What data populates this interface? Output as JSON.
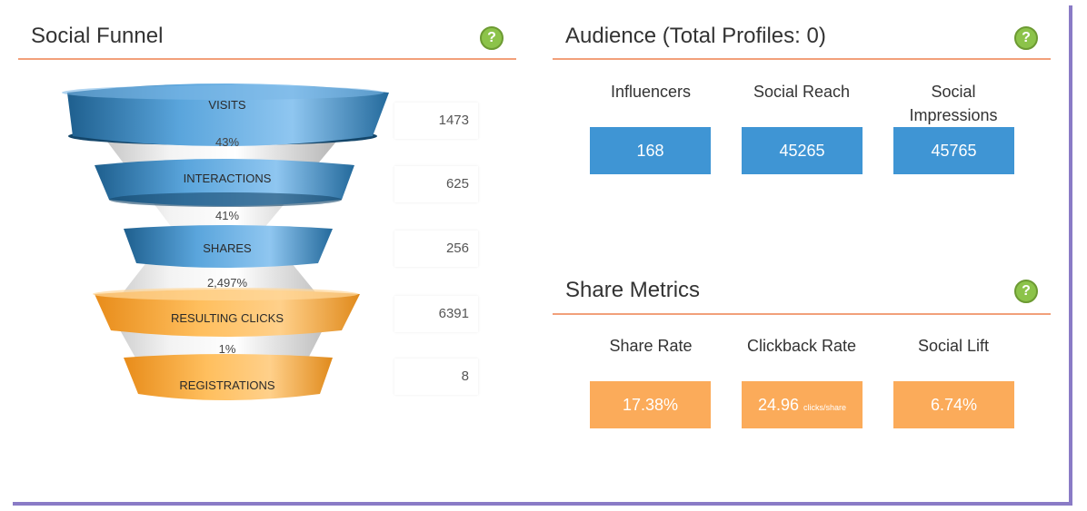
{
  "social_funnel": {
    "title": "Social Funnel",
    "stages": [
      {
        "label": "VISITS",
        "count": "1473",
        "color": "blue"
      },
      {
        "label": "INTERACTIONS",
        "count": "625",
        "color": "blue"
      },
      {
        "label": "SHARES",
        "count": "256",
        "color": "blue"
      },
      {
        "label": "RESULTING CLICKS",
        "count": "6391",
        "color": "orange"
      },
      {
        "label": "REGISTRATIONS",
        "count": "8",
        "color": "orange"
      }
    ],
    "conversions": [
      "43%",
      "41%",
      "2,497%",
      "1%"
    ]
  },
  "audience": {
    "title": "Audience (Total Profiles: 0)",
    "metrics": [
      {
        "label": "Influencers",
        "value": "168"
      },
      {
        "label": "Social Reach",
        "value": "45265"
      },
      {
        "label": "Social Impressions",
        "value": "45765"
      }
    ]
  },
  "share_metrics": {
    "title": "Share Metrics",
    "metrics": [
      {
        "label": "Share Rate",
        "value": "17.38%",
        "unit": ""
      },
      {
        "label": "Clickback Rate",
        "value": "24.96",
        "unit": "clicks/share"
      },
      {
        "label": "Social Lift",
        "value": "6.74%",
        "unit": ""
      }
    ]
  },
  "help_icon": "question-circle-icon",
  "colors": {
    "accent_rule": "#f2a07a",
    "blue_box": "#3f95d4",
    "orange_box": "#fbab5a",
    "help_green": "#8cc34a",
    "frame": "#8a7bc6"
  }
}
